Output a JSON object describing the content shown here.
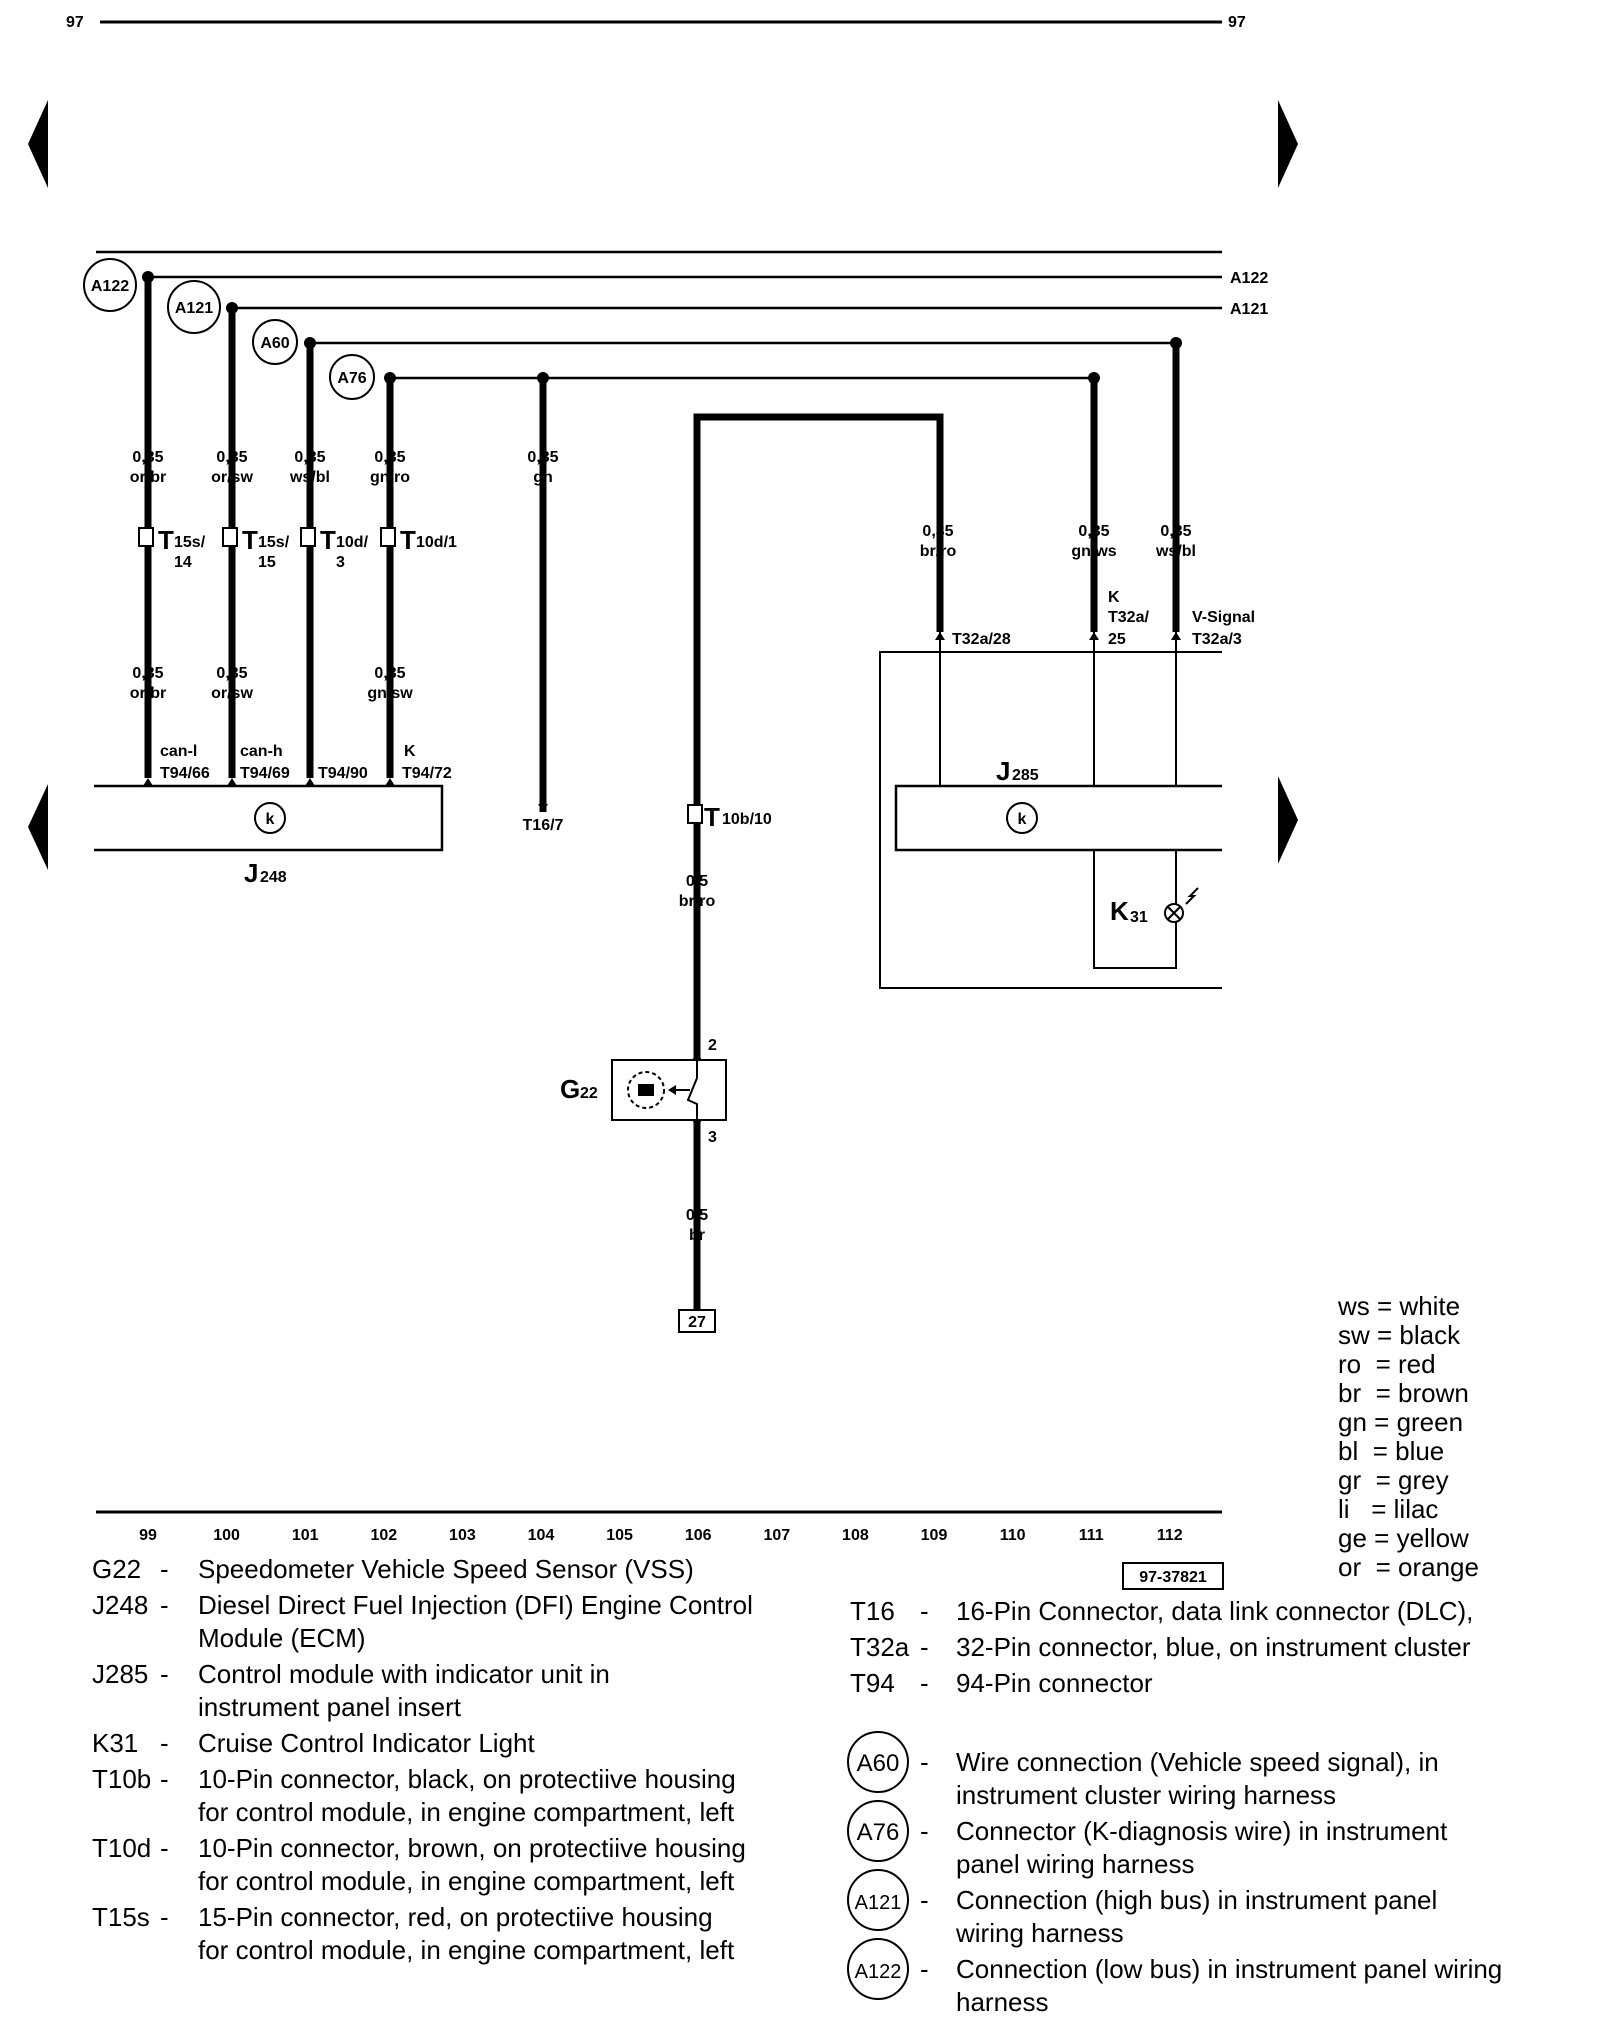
{
  "page": {
    "number_left": "97",
    "number_right": "97"
  },
  "circles": {
    "a122": "A122",
    "a121": "A121",
    "a60": "A60",
    "a76": "A76"
  },
  "right_labels": {
    "a122": "A122",
    "a121": "A121"
  },
  "wires": [
    {
      "gauge": "0,35",
      "color": "or/br"
    },
    {
      "gauge": "0,35",
      "color": "or/sw"
    },
    {
      "gauge": "0,35",
      "color": "ws/bl"
    },
    {
      "gauge": "0,35",
      "color": "gn/ro"
    },
    {
      "gauge": "0,35",
      "color": "gn"
    },
    {
      "gauge": "0,35",
      "color": "br/ro"
    },
    {
      "gauge": "0,35",
      "color": "gn/ws"
    },
    {
      "gauge": "0,35",
      "color": "ws/bl"
    },
    {
      "gauge": "0,35",
      "color": "or/br"
    },
    {
      "gauge": "0,35",
      "color": "or/sw"
    },
    {
      "gauge": "0,35",
      "color": "gn/sw"
    },
    {
      "gauge": "0,5",
      "color": "br/ro"
    },
    {
      "gauge": "0,5",
      "color": "br"
    }
  ],
  "connectors": {
    "t15s_14": {
      "main": "T",
      "sub": "15s/",
      "pin": "14"
    },
    "t15s_15": {
      "main": "T",
      "sub": "15s/",
      "pin": "15"
    },
    "t10d_3": {
      "main": "T",
      "sub": "10d/",
      "pin": "3"
    },
    "t10d_1": {
      "main": "T",
      "sub": "10d/1"
    },
    "t10b_10": {
      "main": "T",
      "sub": "10b/10"
    }
  },
  "j248": {
    "name": "J",
    "sub": "248",
    "pins": [
      {
        "signal": "can-l",
        "pin": "T94/66"
      },
      {
        "signal": "can-h",
        "pin": "T94/69"
      },
      {
        "signal": "",
        "pin": "T94/90"
      },
      {
        "signal": "K",
        "pin": "T94/72"
      }
    ]
  },
  "t16_7": "T16/7",
  "j285": {
    "name": "J",
    "sub": "285",
    "pins": [
      {
        "signal": "",
        "pin": "T32a/28"
      },
      {
        "signal": "K",
        "pin": "T32a/",
        "pin2": "25"
      },
      {
        "signal": "V-Signal",
        "pin": "T32a/3"
      }
    ]
  },
  "k31": {
    "name": "K",
    "sub": "31"
  },
  "g22": {
    "name": "G",
    "sub": "22",
    "pin_top": "2",
    "pin_bottom": "3"
  },
  "ground_ref": "27",
  "k_symbol": "k",
  "column_numbers": [
    "99",
    "100",
    "101",
    "102",
    "103",
    "104",
    "105",
    "106",
    "107",
    "108",
    "109",
    "110",
    "111",
    "112"
  ],
  "doc_id": "97-37821",
  "color_key": [
    {
      "code": "ws",
      "name": "white"
    },
    {
      "code": "sw",
      "name": "black"
    },
    {
      "code": "ro",
      "name": "red"
    },
    {
      "code": "br",
      "name": "brown"
    },
    {
      "code": "gn",
      "name": "green"
    },
    {
      "code": "bl",
      "name": "blue"
    },
    {
      "code": "gr",
      "name": "grey"
    },
    {
      "code": "li",
      "name": "lilac"
    },
    {
      "code": "ge",
      "name": "yellow"
    },
    {
      "code": "or",
      "name": "orange"
    }
  ],
  "legend_left": [
    {
      "code": "G22",
      "lines": [
        "Speedometer Vehicle Speed Sensor (VSS)"
      ]
    },
    {
      "code": "J248",
      "lines": [
        "Diesel Direct Fuel Injection (DFI) Engine Control",
        "Module (ECM)"
      ]
    },
    {
      "code": "J285",
      "lines": [
        "Control module with indicator unit in",
        "instrument panel insert"
      ]
    },
    {
      "code": "K31",
      "lines": [
        "Cruise Control Indicator Light"
      ]
    },
    {
      "code": "T10b",
      "lines": [
        "10-Pin connector, black, on protectiive housing",
        "for control module, in engine compartment, left"
      ]
    },
    {
      "code": "T10d",
      "lines": [
        "10-Pin connector, brown, on protectiive housing",
        "for control module, in engine compartment, left"
      ]
    },
    {
      "code": "T15s",
      "lines": [
        "15-Pin connector, red, on protectiive housing",
        "for control module, in engine compartment, left"
      ]
    }
  ],
  "legend_right": [
    {
      "code": "T16",
      "lines": [
        "16-Pin Connector, data link connector (DLC),"
      ]
    },
    {
      "code": "T32a",
      "lines": [
        "32-Pin connector, blue, on instrument cluster"
      ]
    },
    {
      "code": "T94",
      "lines": [
        "94-Pin connector"
      ]
    }
  ],
  "legend_circles": [
    {
      "code": "A60",
      "lines": [
        "Wire connection (Vehicle speed signal), in",
        "instrument cluster wiring harness"
      ]
    },
    {
      "code": "A76",
      "lines": [
        "Connector (K-diagnosis wire) in instrument",
        "panel wiring harness"
      ]
    },
    {
      "code": "A121",
      "lines": [
        "Connection (high bus) in instrument panel",
        "wiring harness"
      ]
    },
    {
      "code": "A122",
      "lines": [
        "Connection (low bus) in instrument panel wiring",
        "harness"
      ]
    }
  ],
  "dash": "-"
}
